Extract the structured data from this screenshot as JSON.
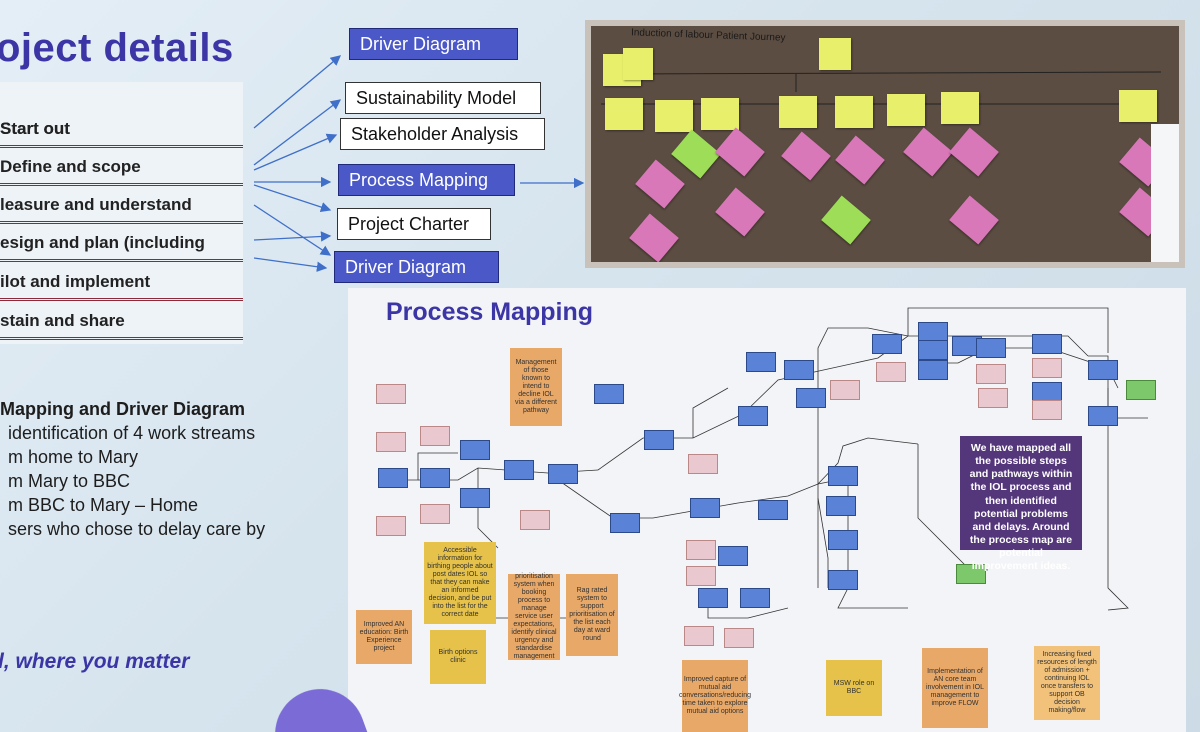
{
  "slide": {
    "title": "oject details",
    "tagline": "l, where you matter"
  },
  "steps": [
    "Start out",
    "Define and scope",
    "leasure and understand",
    "esign and plan (including",
    "ilot and implement",
    "stain and share"
  ],
  "tools": [
    {
      "label": "Driver Diagram",
      "style": "blue"
    },
    {
      "label": "Sustainability Model",
      "style": "white"
    },
    {
      "label": "Stakeholder Analysis",
      "style": "white"
    },
    {
      "label": "Process Mapping",
      "style": "blue"
    },
    {
      "label": "Project Charter",
      "style": "white"
    },
    {
      "label": "Driver Diagram",
      "style": "blue"
    }
  ],
  "body_text": {
    "lead": "Mapping and Driver Diagram",
    "lines": [
      "identification of 4 work streams",
      "m home to Mary",
      "m Mary to BBC",
      "m BBC to Mary – Home",
      "sers who chose to delay care by"
    ]
  },
  "photo": {
    "caption": "Induction of labour Patient Journey",
    "sticky_colors": {
      "yellow": "#e8ef6a",
      "green": "#9edd58",
      "pink": "#d878b8"
    }
  },
  "process_map": {
    "title": "Process Mapping",
    "summary": "We have mapped all the possible steps and pathways within the IOL process and then identified potential problems and delays. Around the process map are potential improvement ideas.",
    "notes": [
      {
        "text": "Management of those known to intend to decline IOL via a different pathway",
        "color": "orange"
      },
      {
        "text": "Accessible information for birthing people about post dates IOL so that they can make an informed decision, and be put into the list for the correct date",
        "color": "gold"
      },
      {
        "text": "prioritisation system when booking process to manage service user expectations, identify clinical urgency and standardise management",
        "color": "orange"
      },
      {
        "text": "Rag rated system to support prioritisation of the list each day at ward round",
        "color": "orange"
      },
      {
        "text": "Improved AN education: Birth Experience project",
        "color": "orange"
      },
      {
        "text": "Birth options clinic",
        "color": "gold"
      },
      {
        "text": "Improved capture of mutual aid conversations/reducing time taken to explore mutual aid options",
        "color": "orange"
      },
      {
        "text": "MSW role on BBC",
        "color": "gold"
      },
      {
        "text": "Implementation of AN core team involvement in IOL management to improve FLOW",
        "color": "orange"
      },
      {
        "text": "Increasing fixed resources of length of admission + continuing IOL once transfers to support OB decision making/flow",
        "color": "peach"
      }
    ]
  }
}
